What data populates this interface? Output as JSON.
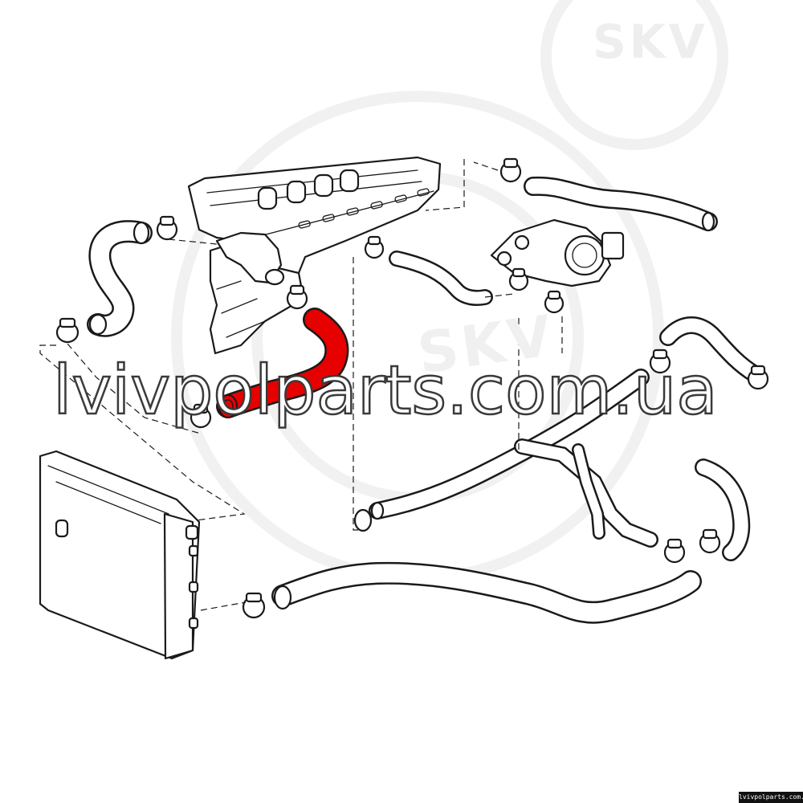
{
  "watermark": {
    "logo_text": "SKV",
    "site_text": "lvivpolparts.com.ua",
    "footer_text": "lvivpolparts.com.ua"
  },
  "colors": {
    "highlight_part": "#e60000",
    "line_art": "#1a1a1a",
    "background": "#ffffff"
  }
}
